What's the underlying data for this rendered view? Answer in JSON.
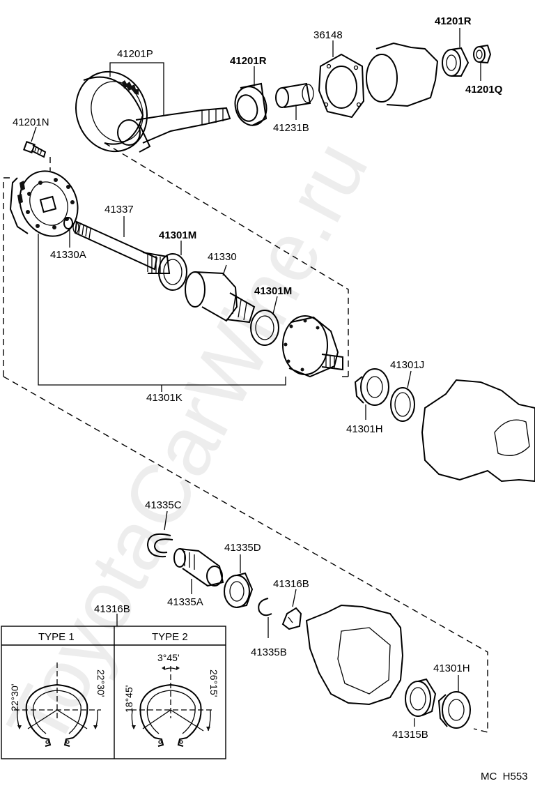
{
  "watermark": "ToyotaCarWine.ru",
  "part_labels": {
    "p41201P": "41201P",
    "p41201R_a": "41201R",
    "p36148": "36148",
    "p41201R_b": "41201R",
    "p41201Q": "41201Q",
    "p41231B": "41231B",
    "p41201N": "41201N",
    "p41337": "41337",
    "p41301M_a": "41301M",
    "p41330A": "41330A",
    "p41330": "41330",
    "p41301M_b": "41301M",
    "p41301J": "41301J",
    "p41301K": "41301K",
    "p41301H_a": "41301H",
    "p41335C": "41335C",
    "p41335D": "41335D",
    "p41316B_a": "41316B",
    "p41335A": "41335A",
    "p41316B_b": "41316B",
    "p41335B": "41335B",
    "p41301H_b": "41301H",
    "p41315B": "41315B"
  },
  "type_table": {
    "type1": "TYPE 1",
    "type2": "TYPE 2",
    "t1_left_angle": "22°30'",
    "t1_right_angle": "22°30'",
    "t2_top_angle": "3°45'",
    "t2_left_angle": "18°45'",
    "t2_right_angle": "26°15'"
  },
  "footer_code": "MC  H553"
}
